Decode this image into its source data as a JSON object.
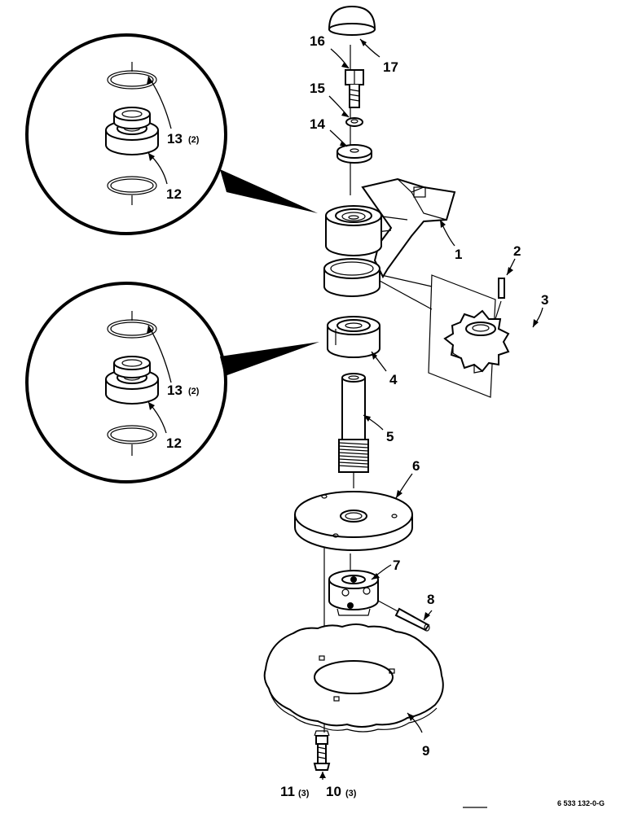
{
  "diagram": {
    "callouts": {
      "c1": "1",
      "c2": "2",
      "c3": "3",
      "c4": "4",
      "c5": "5",
      "c6": "6",
      "c7": "7",
      "c8": "8",
      "c9": "9",
      "c10": "10",
      "c11": "11",
      "c12": "12",
      "c13": "13",
      "c14": "14",
      "c15": "15",
      "c16": "16",
      "c17": "17"
    },
    "quantities": {
      "q13": "(2)",
      "q11": "(3)",
      "q10": "(3)"
    },
    "figure_id": "6 533 132-0-G"
  }
}
